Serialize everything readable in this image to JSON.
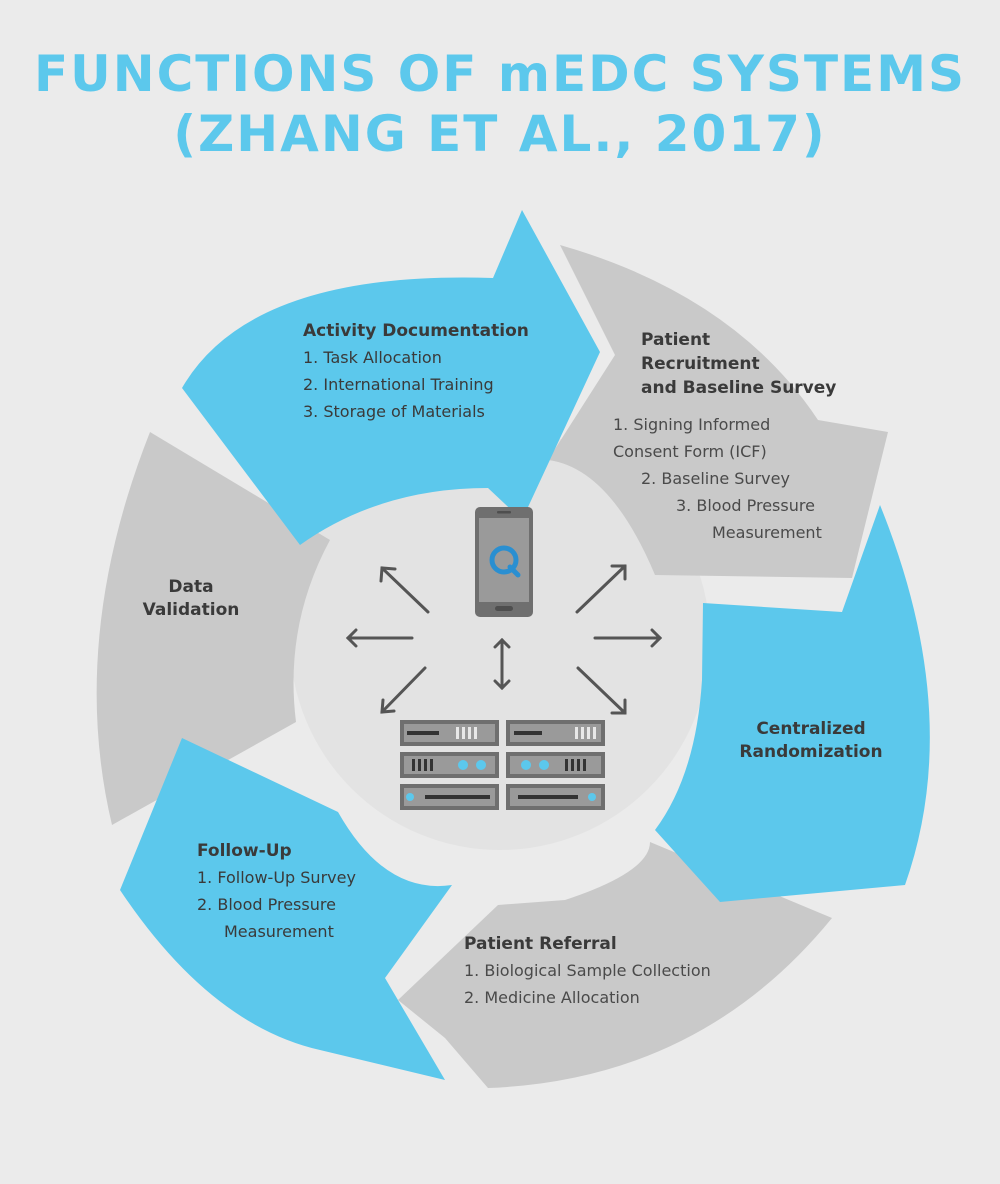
{
  "title": {
    "line1": "FUNCTIONS OF mEDC SYSTEMS",
    "line2": "(ZHANG ET AL., 2017)"
  },
  "colors": {
    "blue": "#5cc8ec",
    "gray": "#c9c9c9",
    "background": "#ebebeb",
    "inner_circle": "#e3e3e3",
    "arrow": "#555555"
  },
  "segments": {
    "activity_documentation": {
      "heading": "Activity Documentation",
      "items": [
        "1. Task Allocation",
        "2. International Training",
        "3. Storage of Materials"
      ]
    },
    "patient_recruitment": {
      "heading_lines": [
        "Patient",
        "Recruitment",
        "and Baseline Survey"
      ],
      "items": [
        "1. Signing Informed",
        "Consent Form (ICF)",
        "2. Baseline Survey",
        "3. Blood Pressure",
        "Measurement"
      ]
    },
    "centralized_randomization": {
      "heading_lines": [
        "Centralized",
        "Randomization"
      ]
    },
    "patient_referral": {
      "heading": "Patient Referral",
      "items": [
        "1. Biological Sample Collection",
        "2. Medicine Allocation"
      ]
    },
    "follow_up": {
      "heading": "Follow-Up",
      "items": [
        "1. Follow-Up Survey",
        "2. Blood Pressure",
        "Measurement"
      ]
    },
    "data_validation": {
      "heading_lines": [
        "Data",
        "Validation"
      ]
    }
  },
  "center": {
    "phone_icon": "smartphone-icon",
    "app_logo_icon": "q-logo-icon",
    "server_icon": "server-rack-icon"
  }
}
